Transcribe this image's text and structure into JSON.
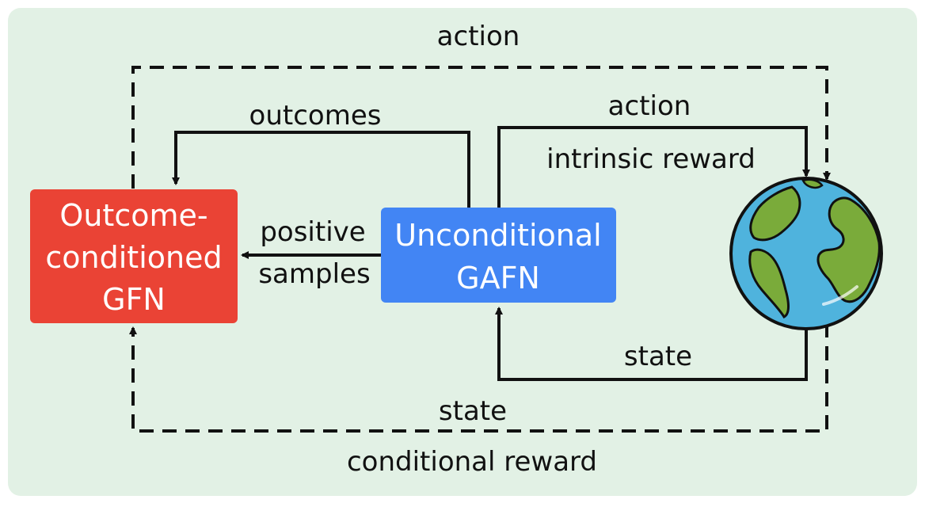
{
  "colors": {
    "panel_bg": "#e2f1e5",
    "outcome_box": "#ea4335",
    "unconditional_box": "#4285f4",
    "line": "#111111",
    "ocean": "#4fb3dd",
    "land": "#7aab3a"
  },
  "nodes": {
    "outcome_gfn": {
      "lines": [
        "Outcome-",
        "conditioned",
        "GFN"
      ]
    },
    "unconditional_gafn": {
      "lines": [
        "Unconditional",
        "GAFN"
      ]
    },
    "environment": {
      "icon": "earth-globe-icon"
    }
  },
  "edges": {
    "outer_action": "action",
    "outer_state": "state",
    "conditional_reward": "conditional reward",
    "outcomes": "outcomes",
    "inner_action": "action",
    "intrinsic_reward": "intrinsic reward",
    "positive": "positive",
    "samples": "samples",
    "inner_state": "state"
  }
}
